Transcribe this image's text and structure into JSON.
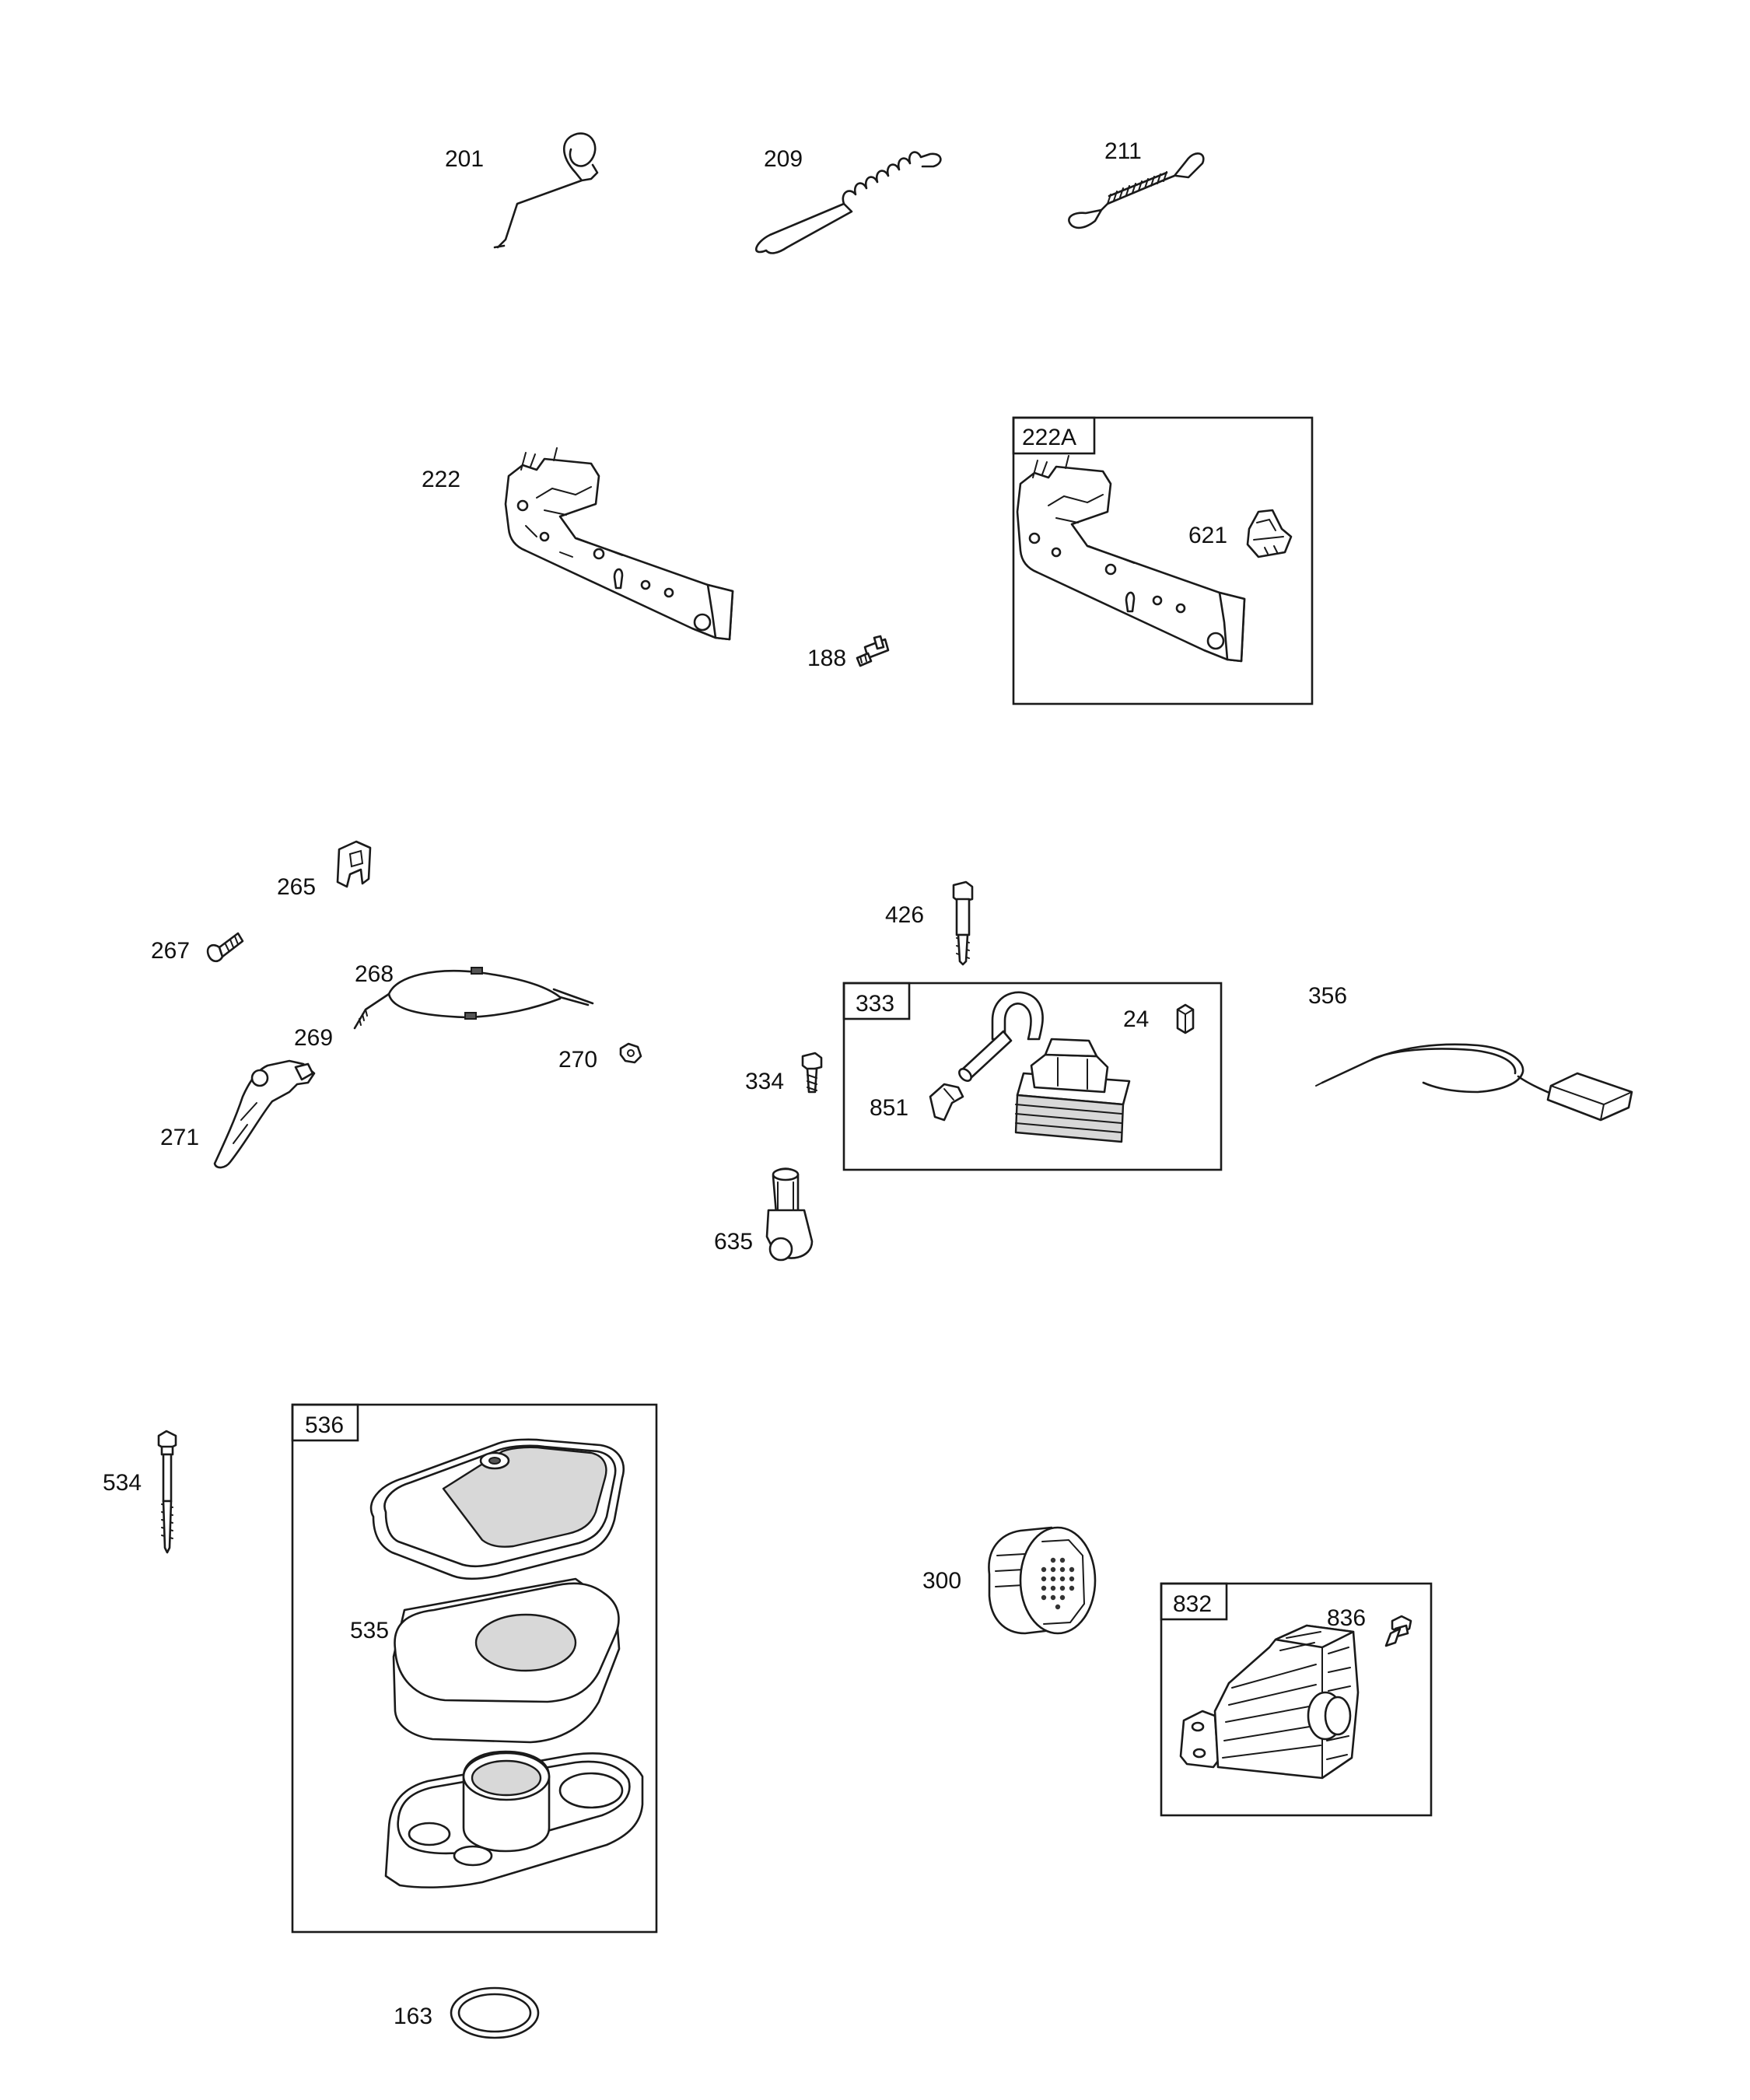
{
  "parts": {
    "p201": "201",
    "p209": "209",
    "p211": "211",
    "p222": "222",
    "p188": "188",
    "p621": "621",
    "p265": "265",
    "p267": "267",
    "p268": "268",
    "p269": "269",
    "p270": "270",
    "p271": "271",
    "p426": "426",
    "p334": "334",
    "p24": "24",
    "p851": "851",
    "p635": "635",
    "p356": "356",
    "p534": "534",
    "p535": "535",
    "p163": "163",
    "p300": "300",
    "p836": "836"
  },
  "kits": {
    "k222A": "222A",
    "k333": "333",
    "k536": "536",
    "k832": "832"
  }
}
